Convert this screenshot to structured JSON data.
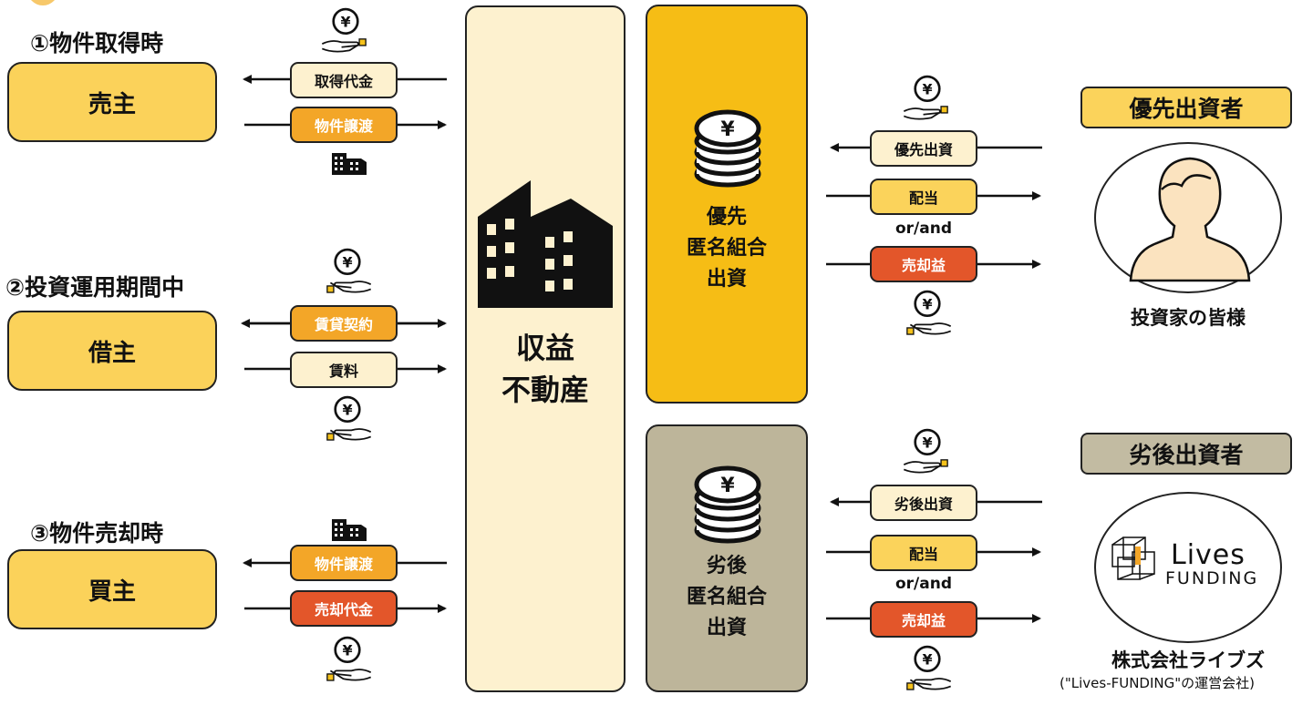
{
  "phases": [
    {
      "title": "①物件取得時",
      "party": "売主",
      "out_pill": "取得代金",
      "in_pill": "物件譲渡"
    },
    {
      "title": "②投資運用期間中",
      "party": "借主",
      "both_pill": "賃貸契約",
      "in_pill": "賃料"
    },
    {
      "title": "③物件売却時",
      "party": "買主",
      "out_pill": "物件譲渡",
      "in_pill": "売却代金"
    }
  ],
  "center": {
    "line1": "収益",
    "line2": "不動産"
  },
  "funds": {
    "senior": {
      "line1": "優先",
      "line2": "匿名組合",
      "line3": "出資"
    },
    "junior": {
      "line1": "劣後",
      "line2": "匿名組合",
      "line3": "出資"
    }
  },
  "flows": {
    "senior": {
      "invest": "優先出資",
      "dividend": "配当",
      "or_and": "or/and",
      "gain": "売却益"
    },
    "junior": {
      "invest": "劣後出資",
      "dividend": "配当",
      "or_and": "or/and",
      "gain": "売却益"
    }
  },
  "investors": {
    "senior": {
      "role": "優先出資者",
      "caption": "投資家の皆様"
    },
    "junior": {
      "role": "劣後出資者",
      "logo_text_1": "Lives",
      "logo_text_2": "FUNDING",
      "caption": "株式会社ライブズ",
      "sub_caption": "(\"Lives-FUNDING\"の運営会社)"
    }
  },
  "icon_names": {
    "coin_hand": "yen-coin-hand-icon",
    "building": "building-icon",
    "coin_stack": "yen-coin-stack-icon",
    "person": "person-avatar-icon"
  },
  "colors": {
    "party_fill": "#fbd25a",
    "cream": "#fdf1cf",
    "orange": "#f3a628",
    "red": "#e3562a",
    "senior_fund": "#f6bd15",
    "junior_fund": "#bdb59a",
    "junior_role": "#c2bba2"
  }
}
